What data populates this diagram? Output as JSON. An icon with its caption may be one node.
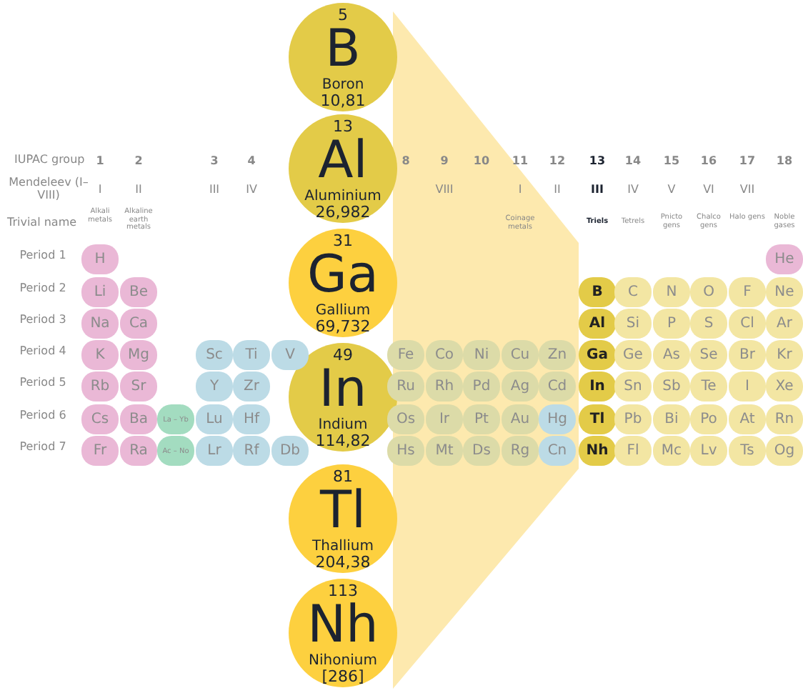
{
  "diagram": {
    "nodes": [
      {
        "text": [
          "5",
          "B",
          "Boron",
          "10,81"
        ]
      },
      {
        "text": [
          "13",
          "Al",
          "Aluminium",
          "26,982"
        ]
      },
      {
        "text": [
          "31",
          "Ga",
          "Gallium",
          "69,732"
        ]
      },
      {
        "text": [
          "49",
          "In",
          "Indium",
          "114,82"
        ]
      },
      {
        "text": [
          "81",
          "Tl",
          "Thallium",
          "204,38"
        ]
      },
      {
        "text": [
          "113",
          "Nh",
          "Nihonium",
          "[286]"
        ]
      },
      {
        "text": [
          "H"
        ]
      },
      {
        "text": [
          "He"
        ]
      },
      {
        "text": [
          "Li"
        ]
      },
      {
        "text": [
          "Be"
        ]
      },
      {
        "text": [
          "B"
        ]
      },
      {
        "text": [
          "C"
        ]
      },
      {
        "text": [
          "N"
        ]
      },
      {
        "text": [
          "O"
        ]
      },
      {
        "text": [
          "F"
        ]
      },
      {
        "text": [
          "Ne"
        ]
      },
      {
        "text": [
          "Na"
        ]
      },
      {
        "text": [
          "Ca"
        ]
      },
      {
        "text": [
          "Al"
        ]
      },
      {
        "text": [
          "Si"
        ]
      },
      {
        "text": [
          "P"
        ]
      },
      {
        "text": [
          "S"
        ]
      },
      {
        "text": [
          "Cl"
        ]
      },
      {
        "text": [
          "Ar"
        ]
      },
      {
        "text": [
          "K"
        ]
      },
      {
        "text": [
          "Mg"
        ]
      },
      {
        "text": [
          "Sc"
        ]
      },
      {
        "text": [
          "Ti"
        ]
      },
      {
        "text": [
          "V"
        ]
      },
      {
        "text": [
          "Fe"
        ]
      },
      {
        "text": [
          "Co"
        ]
      },
      {
        "text": [
          "Ni"
        ]
      },
      {
        "text": [
          "Cu"
        ]
      },
      {
        "text": [
          "Zn"
        ]
      },
      {
        "text": [
          "Ga"
        ]
      },
      {
        "text": [
          "Ge"
        ]
      },
      {
        "text": [
          "As"
        ]
      },
      {
        "text": [
          "Se"
        ]
      },
      {
        "text": [
          "Br"
        ]
      },
      {
        "text": [
          "Kr"
        ]
      },
      {
        "text": [
          "Rb"
        ]
      },
      {
        "text": [
          "Sr"
        ]
      },
      {
        "text": [
          "Y"
        ]
      },
      {
        "text": [
          "Zr"
        ]
      },
      {
        "text": [
          "Ru"
        ]
      },
      {
        "text": [
          "Rh"
        ]
      },
      {
        "text": [
          "Pd"
        ]
      },
      {
        "text": [
          "Ag"
        ]
      },
      {
        "text": [
          "Cd"
        ]
      },
      {
        "text": [
          "In"
        ]
      },
      {
        "text": [
          "Sn"
        ]
      },
      {
        "text": [
          "Sb"
        ]
      },
      {
        "text": [
          "Te"
        ]
      },
      {
        "text": [
          "I"
        ]
      },
      {
        "text": [
          "Xe"
        ]
      },
      {
        "text": [
          "Cs"
        ]
      },
      {
        "text": [
          "Ba"
        ]
      },
      {
        "text": [
          "La – Yb"
        ]
      },
      {
        "text": [
          "Lu"
        ]
      },
      {
        "text": [
          "Hf"
        ]
      },
      {
        "text": [
          "Os"
        ]
      },
      {
        "text": [
          "Ir"
        ]
      },
      {
        "text": [
          "Pt"
        ]
      },
      {
        "text": [
          "Au"
        ]
      },
      {
        "text": [
          "Hg"
        ]
      },
      {
        "text": [
          "Tl"
        ]
      },
      {
        "text": [
          "Pb"
        ]
      },
      {
        "text": [
          "Bi"
        ]
      },
      {
        "text": [
          "Po"
        ]
      },
      {
        "text": [
          "At"
        ]
      },
      {
        "text": [
          "Rn"
        ]
      },
      {
        "text": [
          "Fr"
        ]
      },
      {
        "text": [
          "Ra"
        ]
      },
      {
        "text": [
          "Ac – No"
        ]
      },
      {
        "text": [
          "Lr"
        ]
      },
      {
        "text": [
          "Rf"
        ]
      },
      {
        "text": [
          "Db"
        ]
      },
      {
        "text": [
          "Hs"
        ]
      },
      {
        "text": [
          "Mt"
        ]
      },
      {
        "text": [
          "Ds"
        ]
      },
      {
        "text": [
          "Rg"
        ]
      },
      {
        "text": [
          "Cn"
        ]
      },
      {
        "text": [
          "Nh"
        ]
      },
      {
        "text": [
          "Fl"
        ]
      },
      {
        "text": [
          "Mc"
        ]
      },
      {
        "text": [
          "Lv"
        ]
      },
      {
        "text": [
          "Ts"
        ]
      },
      {
        "text": [
          "Og"
        ]
      }
    ],
    "labels": [
      "IUPAC group",
      "1",
      "2",
      "3",
      "4",
      "8",
      "9",
      "10",
      "11",
      "12",
      "13",
      "14",
      "15",
      "16",
      "17",
      "18",
      "Mendeleev (I–VIII)",
      "I",
      "II",
      "III",
      "IV",
      "VIII",
      "I",
      "II",
      "III",
      "IV",
      "V",
      "VI",
      "VII",
      "Trivial name",
      "Alkali metals",
      "Alkaline earth metals",
      "Coinage metals",
      "Triels",
      "Tetrels",
      "Pnicto gens",
      "Chalco gens",
      "Halo gens",
      "Noble gases",
      "Period 1",
      "Period 2",
      "Period 3",
      "Period 4",
      "Period 5",
      "Period 6",
      "Period 7"
    ]
  }
}
